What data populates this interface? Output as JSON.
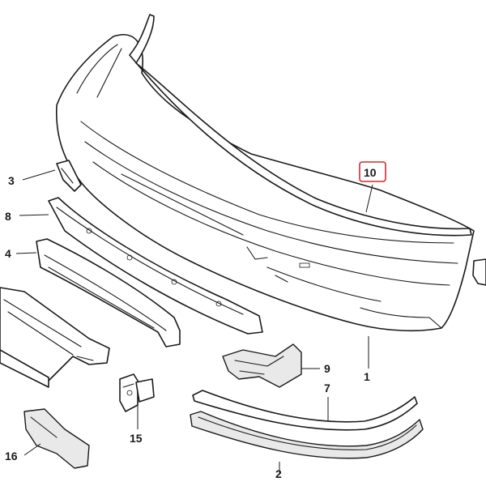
{
  "callouts": {
    "c1": "1",
    "c2": "2",
    "c3": "3",
    "c4": "4",
    "c7": "7",
    "c8": "8",
    "c9": "9",
    "c10": "10",
    "c15": "15",
    "c16": "16"
  },
  "colors": {
    "line": "#1a1a1a",
    "highlight": "#d32a2a",
    "shade": "#e9e9e9"
  }
}
